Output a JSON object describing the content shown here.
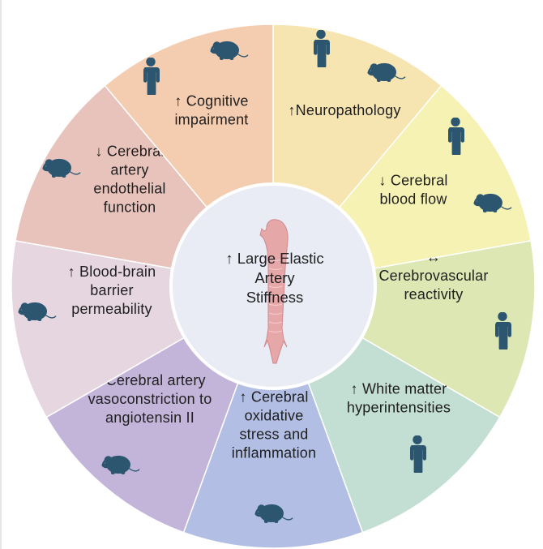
{
  "center": {
    "lines": [
      "↑ Large Elastic",
      "Artery",
      "Stiffness"
    ]
  },
  "segments": [
    {
      "id": "neuropathology",
      "lines": [
        "↑Neuropathology"
      ],
      "color": "#f6e4b1",
      "icons": [
        "human-icon",
        "mouse-icon"
      ]
    },
    {
      "id": "cerebral-blood-flow",
      "lines": [
        "↓ Cerebral",
        "blood flow"
      ],
      "color": "#f5f2b3",
      "icons": [
        "human-icon",
        "mouse-icon"
      ]
    },
    {
      "id": "cerebrovascular-reactivity",
      "lines": [
        "↔",
        "Cerebrovascular",
        "reactivity"
      ],
      "color": "#dde7b3",
      "icons": [
        "human-icon"
      ]
    },
    {
      "id": "white-matter",
      "lines": [
        "↑ White matter",
        "hyperintensities"
      ],
      "color": "#c3ded2",
      "icons": [
        "human-icon"
      ]
    },
    {
      "id": "oxidative-stress",
      "lines": [
        "↑ Cerebral",
        "oxidative",
        "stress and",
        "inflammation"
      ],
      "color": "#b2bee3",
      "icons": [
        "mouse-icon"
      ]
    },
    {
      "id": "vasoconstriction",
      "lines": [
        "↑ Cerebral artery",
        "vasoconstriction to",
        "angiotensin II"
      ],
      "color": "#c3b4da",
      "icons": [
        "mouse-icon"
      ]
    },
    {
      "id": "bbb-permeability",
      "lines": [
        "↑ Blood-brain",
        "barrier",
        "permeability"
      ],
      "color": "#e6d6e0",
      "icons": [
        "mouse-icon"
      ]
    },
    {
      "id": "endothelial-function",
      "lines": [
        "↓ Cerebral",
        "artery",
        "endothelial",
        "function"
      ],
      "color": "#e8c3bc",
      "icons": [
        "mouse-icon"
      ]
    },
    {
      "id": "cognitive-impairment",
      "lines": [
        "↑ Cognitive",
        "impairment"
      ],
      "color": "#f4cdb1",
      "icons": [
        "human-icon",
        "mouse-icon"
      ]
    }
  ],
  "colors": {
    "icon": "#2c5670",
    "center_fill": "#e9ebf5",
    "center_stroke": "#ffffff",
    "aorta": "#e6a7a9"
  }
}
